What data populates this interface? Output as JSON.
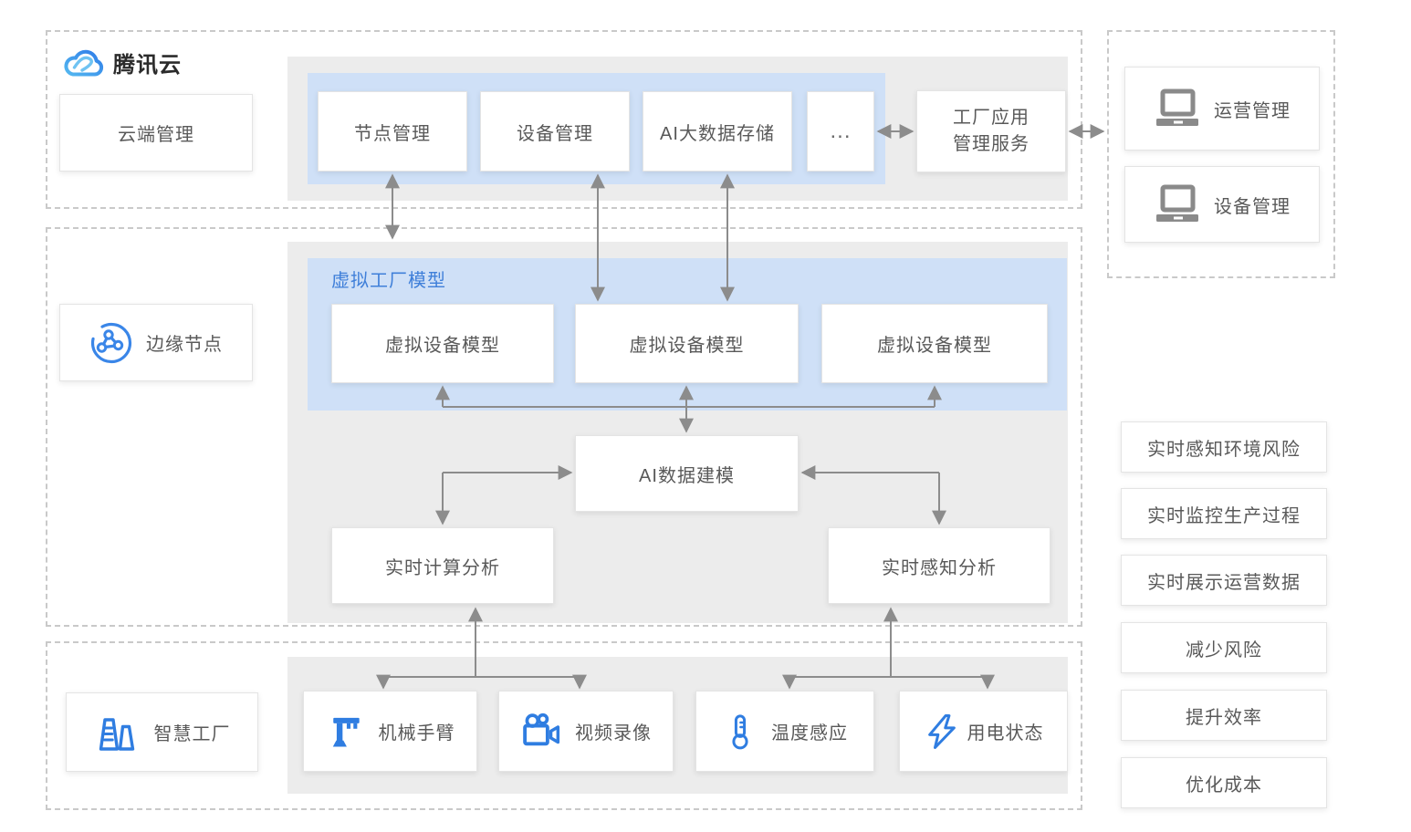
{
  "brand": {
    "name": "腾讯云"
  },
  "cloud_section": {
    "label": "云端管理",
    "modules": [
      {
        "label": "节点管理"
      },
      {
        "label": "设备管理"
      },
      {
        "label": "AI大数据存储"
      },
      {
        "label": "..."
      }
    ],
    "service": {
      "line1": "工厂应用",
      "line2": "管理服务"
    }
  },
  "management_panel": {
    "items": [
      {
        "icon": "laptop-icon",
        "label": "运营管理"
      },
      {
        "icon": "laptop-icon",
        "label": "设备管理"
      }
    ]
  },
  "edge_section": {
    "label": "边缘节点",
    "virtual_factory_title": "虚拟工厂模型",
    "virtual_models": [
      {
        "label": "虚拟设备模型"
      },
      {
        "label": "虚拟设备模型"
      },
      {
        "label": "虚拟设备模型"
      }
    ],
    "ai_modeling": "AI数据建模",
    "realtime_computing": "实时计算分析",
    "realtime_perception": "实时感知分析"
  },
  "factory_section": {
    "label": "智慧工厂",
    "devices": [
      {
        "icon": "robot-arm-icon",
        "label": "机械手臂"
      },
      {
        "icon": "video-camera-icon",
        "label": "视频录像"
      },
      {
        "icon": "thermometer-icon",
        "label": "温度感应"
      },
      {
        "icon": "lightning-icon",
        "label": "用电状态"
      }
    ]
  },
  "benefits": [
    {
      "label": "实时感知环境风险"
    },
    {
      "label": "实时监控生产过程"
    },
    {
      "label": "实时展示运营数据"
    },
    {
      "label": "减少风险"
    },
    {
      "label": "提升效率"
    },
    {
      "label": "优化成本"
    }
  ],
  "colors": {
    "accent_blue": "#3f7fd9",
    "icon_blue": "#2f7de1",
    "container_gray": "#ececec",
    "container_blue": "#cfe0f7",
    "arrow_gray": "#8c8c8c",
    "text_gray": "#595959",
    "laptop_gray": "#8a8a8a"
  }
}
